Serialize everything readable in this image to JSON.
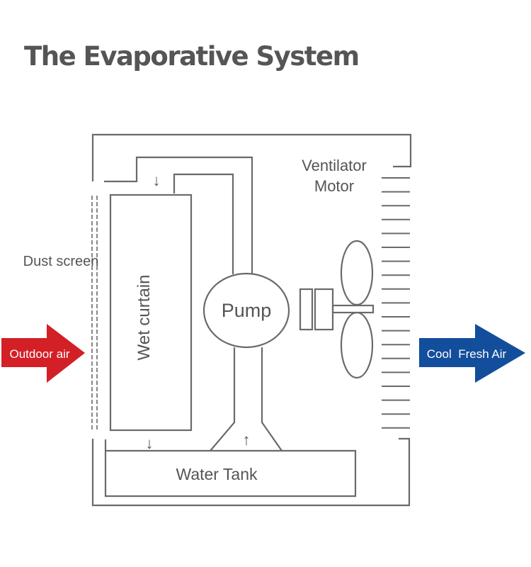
{
  "title": "The Evaporative System",
  "labels": {
    "ventilator_line1": "Ventilator",
    "ventilator_line2": "Motor",
    "dust_screen": "Dust screen",
    "wet_curtain": "Wet curtain",
    "pump": "Pump",
    "water_tank": "Water Tank",
    "outdoor_air": "Outdoor air",
    "cool_fresh_air": "Cool  Fresh Air"
  },
  "arrows": {
    "down_arrow": "↓",
    "up_arrow": "↑"
  },
  "colors": {
    "outdoor_air_arrow": "#d31f26",
    "cool_air_arrow": "#134e9c",
    "line": "#6a6a6a",
    "text": "#555555"
  }
}
